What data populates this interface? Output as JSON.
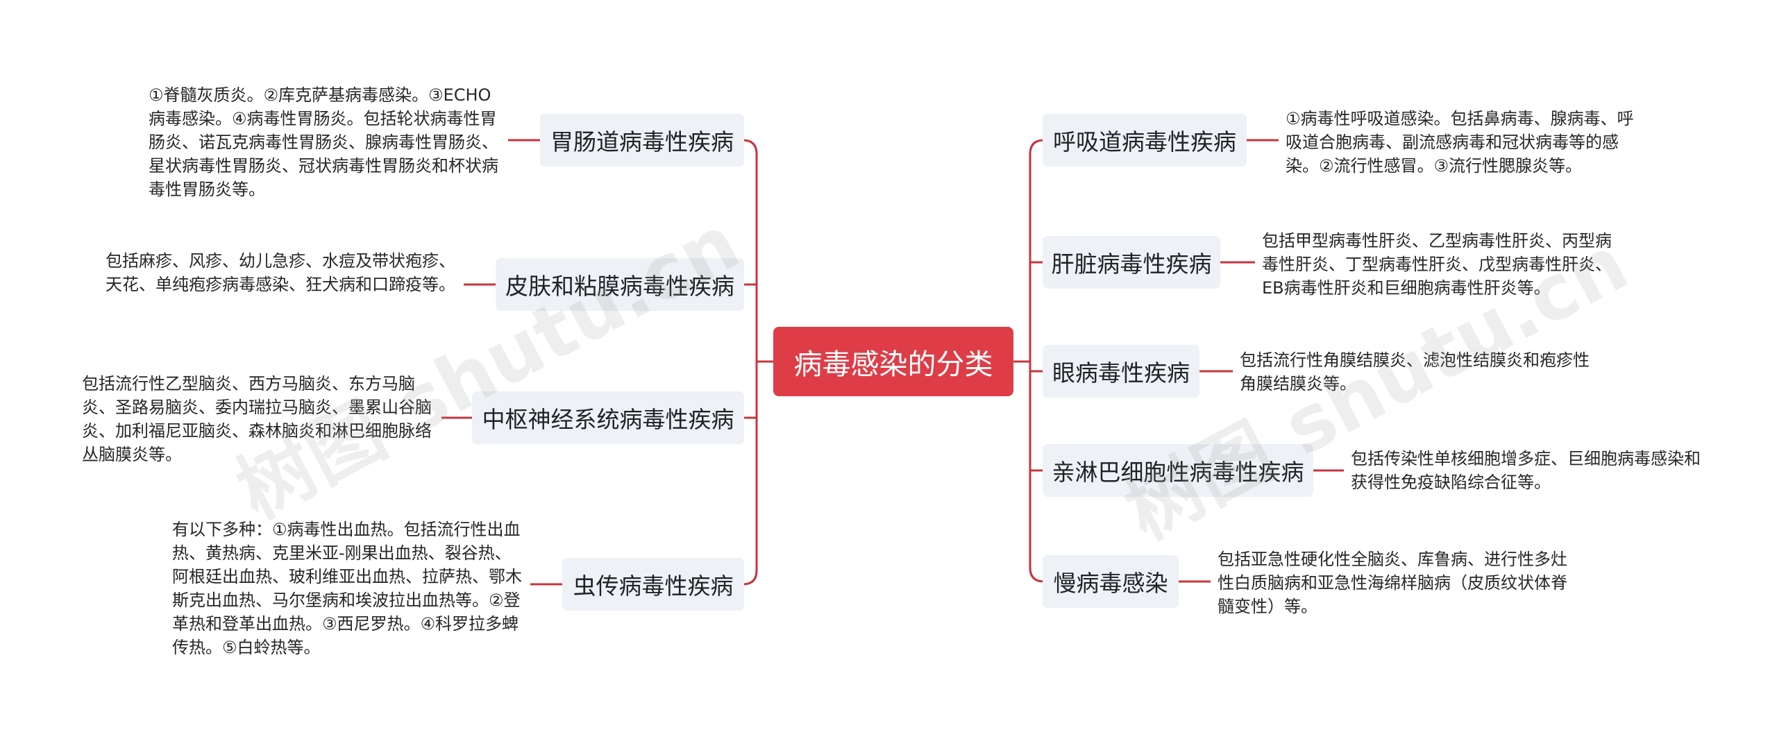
{
  "title": "病毒感染的分类",
  "left": [
    {
      "label": "胃肠道病毒性疾病",
      "desc": "①脊髓灰质炎。②库克萨基病毒感染。③ECHO病毒感染。④病毒性胃肠炎。包括轮状病毒性胃肠炎、诺瓦克病毒性胃肠炎、腺病毒性胃肠炎、星状病毒性胃肠炎、冠状病毒性胃肠炎和杯状病毒性胃肠炎等。"
    },
    {
      "label": "皮肤和粘膜病毒性疾病",
      "desc": "包括麻疹、风疹、幼儿急疹、水痘及带状疱疹、天花、单纯疱疹病毒感染、狂犬病和口蹄疫等。"
    },
    {
      "label": "中枢神经系统病毒性疾病",
      "desc": "包括流行性乙型脑炎、西方马脑炎、东方马脑炎、圣路易脑炎、委内瑞拉马脑炎、墨累山谷脑炎、加利福尼亚脑炎、森林脑炎和淋巴细胞脉络丛脑膜炎等。"
    },
    {
      "label": "虫传病毒性疾病",
      "desc": "有以下多种：①病毒性出血热。包括流行性出血热、黄热病、克里米亚-刚果出血热、裂谷热、阿根廷出血热、玻利维亚出血热、拉萨热、鄂木斯克出血热、马尔堡病和埃波拉出血热等。②登革热和登革出血热。③西尼罗热。④科罗拉多蜱传热。⑤白蛉热等。"
    }
  ],
  "right": [
    {
      "label": "呼吸道病毒性疾病",
      "desc": "①病毒性呼吸道感染。包括鼻病毒、腺病毒、呼吸道合胞病毒、副流感病毒和冠状病毒等的感染。②流行性感冒。③流行性腮腺炎等。"
    },
    {
      "label": "肝脏病毒性疾病",
      "desc": "包括甲型病毒性肝炎、乙型病毒性肝炎、丙型病毒性肝炎、丁型病毒性肝炎、戊型病毒性肝炎、EB病毒性肝炎和巨细胞病毒性肝炎等。"
    },
    {
      "label": "眼病毒性疾病",
      "desc": "包括流行性角膜结膜炎、滤泡性结膜炎和疱疹性角膜结膜炎等。"
    },
    {
      "label": "亲淋巴细胞性病毒性疾病",
      "desc": "包括传染性单核细胞增多症、巨细胞病毒感染和获得性免疫缺陷综合征等。"
    },
    {
      "label": "慢病毒感染",
      "desc": "包括亚急性硬化性全脑炎、库鲁病、进行性多灶性白质脑病和亚急性海绵样脑病（皮质纹状体脊髓变性）等。"
    }
  ],
  "watermark": "树图 shutu.cn",
  "colors": {
    "accent": "#de3d47",
    "node_bg": "#eef1f5",
    "wire": "#c9343e"
  }
}
